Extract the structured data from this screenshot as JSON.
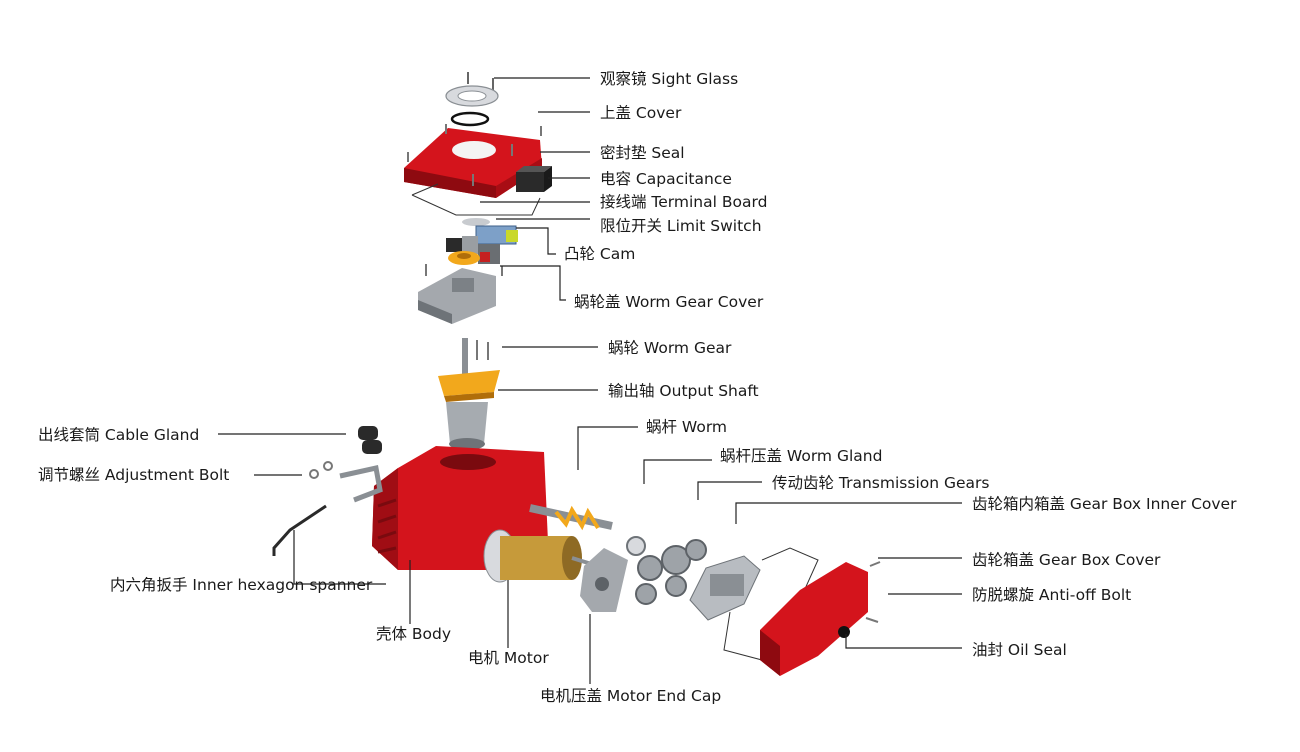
{
  "colors": {
    "body_red": "#d4141c",
    "body_red_dark": "#8e0a10",
    "metal_grey": "#9ea3a8",
    "metal_dark": "#5d6267",
    "gear_yellow": "#f2a81c",
    "motor_gold": "#c69a3a"
  },
  "labels": {
    "sight_glass": "观察镜 Sight Glass",
    "cover": "上盖 Cover",
    "seal": "密封垫 Seal",
    "capacitance": "电容 Capacitance",
    "terminal_board": "接线端 Terminal Board",
    "limit_switch": "限位开关 Limit Switch",
    "cam": "凸轮 Cam",
    "worm_gear_cover": "蜗轮盖 Worm Gear Cover",
    "worm_gear": "蜗轮 Worm Gear",
    "output_shaft": "输出轴 Output Shaft",
    "worm": "蜗杆 Worm",
    "worm_gland": "蜗杆压盖 Worm Gland",
    "transmission_gears": "传动齿轮 Transmission Gears",
    "gear_box_inner_cover": "齿轮箱内箱盖 Gear Box Inner Cover",
    "gear_box_cover": "齿轮箱盖 Gear Box Cover",
    "anti_off_bolt": "防脱螺旋 Anti-off Bolt",
    "oil_seal": "油封 Oil Seal",
    "cable_gland": "出线套筒 Cable Gland",
    "adjustment_bolt": "调节螺丝 Adjustment Bolt",
    "inner_hexagon_spanner": "内六角扳手 Inner hexagon spanner",
    "body": "壳体 Body",
    "motor": "电机 Motor",
    "motor_end_cap": "电机压盖 Motor End Cap"
  }
}
